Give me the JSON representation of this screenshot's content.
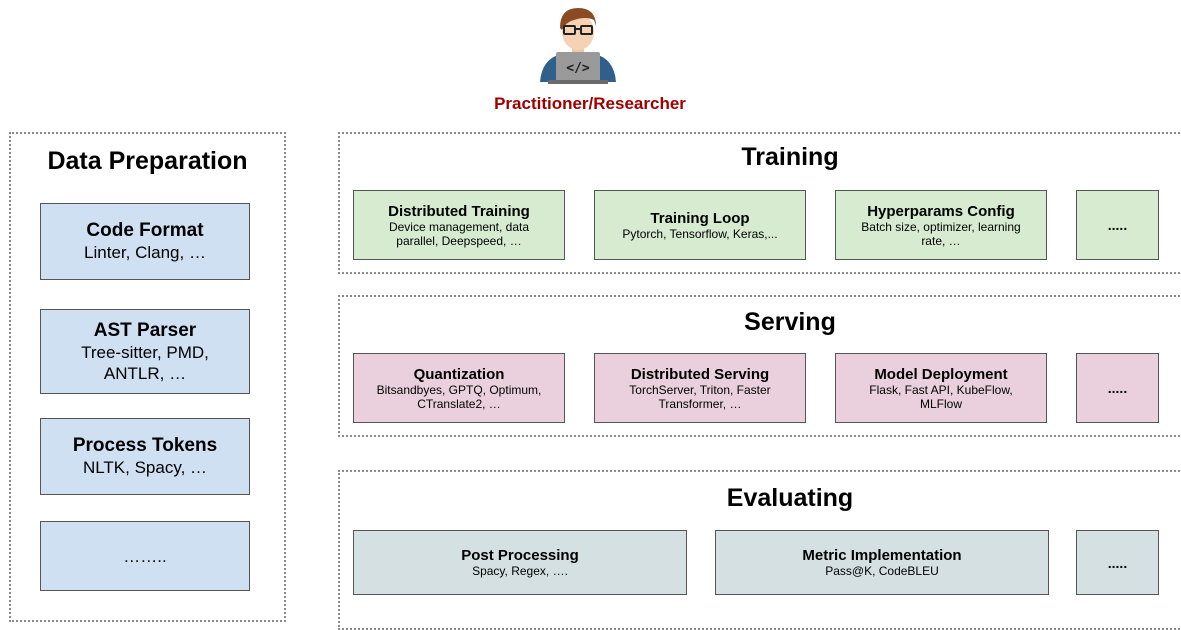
{
  "researcher": {
    "icon": "developer-avatar-icon",
    "label": "Practitioner/Researcher",
    "label_color": "#a00000"
  },
  "data_preparation": {
    "title": "Data Preparation",
    "boxes": [
      {
        "title": "Code Format",
        "desc": "Linter, Clang, …"
      },
      {
        "title": "AST Parser",
        "desc": "Tree-sitter, PMD, ANTLR, …"
      },
      {
        "title": "Process Tokens",
        "desc": "NLTK, Spacy, …"
      },
      {
        "title": "",
        "desc": "…….."
      }
    ]
  },
  "training": {
    "title": "Training",
    "boxes": [
      {
        "title": "Distributed Training",
        "desc": "Device management, data parallel, Deepspeed, …"
      },
      {
        "title": "Training Loop",
        "desc": "Pytorch, Tensorflow, Keras,..."
      },
      {
        "title": "Hyperparams Config",
        "desc": "Batch size, optimizer, learning rate, …"
      },
      {
        "title": "",
        "desc": "....."
      }
    ]
  },
  "serving": {
    "title": "Serving",
    "boxes": [
      {
        "title": "Quantization",
        "desc": "Bitsandbyes, GPTQ, Optimum, CTranslate2, …"
      },
      {
        "title": "Distributed Serving",
        "desc": "TorchServer, Triton, Faster Transformer, …"
      },
      {
        "title": "Model Deployment",
        "desc": "Flask, Fast API, KubeFlow, MLFlow"
      },
      {
        "title": "",
        "desc": "....."
      }
    ]
  },
  "evaluating": {
    "title": "Evaluating",
    "boxes": [
      {
        "title": "Post Processing",
        "desc": "Spacy, Regex, …."
      },
      {
        "title": "Metric Implementation",
        "desc": "Pass@K, CodeBLEU"
      },
      {
        "title": "",
        "desc": "....."
      }
    ]
  },
  "colors": {
    "data_preparation": "#cfe0f3",
    "training": "#d7ebd0",
    "serving": "#ead0dc",
    "evaluating": "#d5e0e3"
  }
}
